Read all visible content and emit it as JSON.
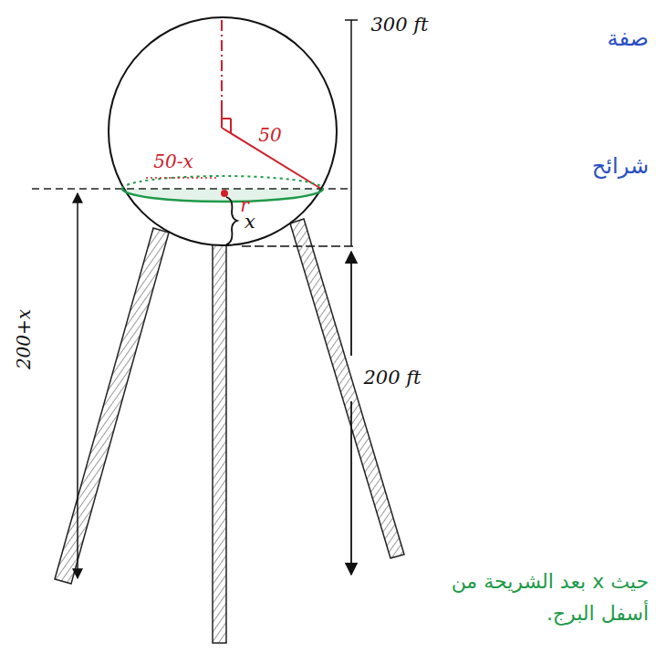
{
  "diagram": {
    "labels": [
      "300 ft",
      "50",
      "50-x",
      "r",
      "x",
      "200+x",
      "200 ft",
      "صفة",
      "شرائح",
      "حيث x بعد الشريحة من أسفل البرج."
    ]
  }
}
